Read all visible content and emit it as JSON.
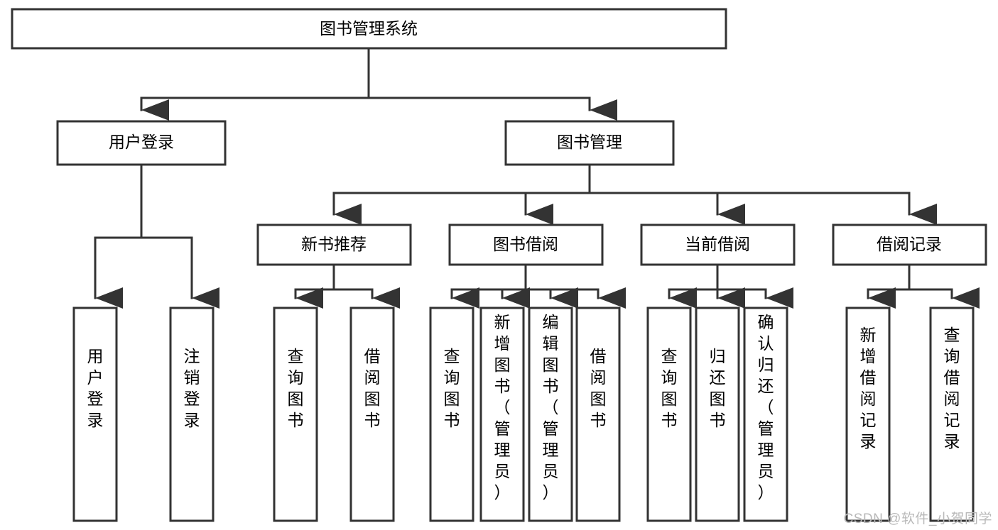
{
  "diagram": {
    "type": "tree",
    "title": "图书管理系统",
    "watermark": "CSDN @软件_小贺同学",
    "colors": {
      "stroke": "#333333",
      "fill": "#ffffff",
      "text": "#000000",
      "watermark": "#b9b9b9"
    },
    "levels": {
      "root": {
        "label": "图书管理系统"
      },
      "level2": [
        {
          "label": "用户登录"
        },
        {
          "label": "图书管理"
        }
      ],
      "level3": [
        {
          "label": "新书推荐"
        },
        {
          "label": "图书借阅"
        },
        {
          "label": "当前借阅"
        },
        {
          "label": "借阅记录"
        }
      ],
      "leaves": {
        "user_login": [
          {
            "label": "用户登录"
          },
          {
            "label": "注销登录"
          }
        ],
        "new_book_recommend": [
          {
            "label": "查询图书"
          },
          {
            "label": "借阅图书"
          }
        ],
        "book_borrow": [
          {
            "label": "查询图书"
          },
          {
            "label": "新增图书（管理员）"
          },
          {
            "label": "编辑图书（管理员）"
          },
          {
            "label": "借阅图书"
          }
        ],
        "current_borrow": [
          {
            "label": "查询图书"
          },
          {
            "label": "归还图书"
          },
          {
            "label": "确认归还（管理员）"
          }
        ],
        "borrow_record": [
          {
            "label": "新增借阅记录"
          },
          {
            "label": "查询借阅记录"
          }
        ]
      }
    }
  }
}
